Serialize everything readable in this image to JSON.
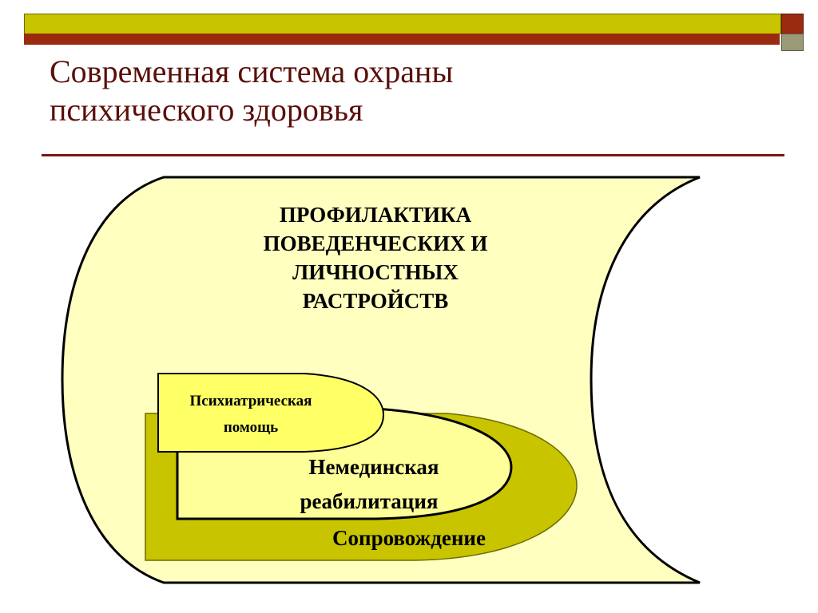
{
  "title_lines": [
    "Современная система охраны",
    "психического здоровья"
  ],
  "diagram": {
    "outer_lines": [
      "ПРОФИЛАКТИКА",
      "ПОВЕДЕНЧЕСКИХ И",
      "ЛИЧНОСТНЫХ",
      "РАСТРОЙСТВ"
    ],
    "psychiatric_lines": [
      "Психиатрическая",
      "помощь"
    ],
    "rehab_lines": [
      "Немединская",
      "реабилитация"
    ],
    "support_label": "Сопровождение"
  },
  "colors": {
    "bar_olive": "#c8c400",
    "bar_maroon": "#9a2a10",
    "corner_gray": "#9a9a78",
    "scroll_fill": "#ffffc0",
    "olive_shape": "#c8c400",
    "light_yellow": "#ffff99",
    "title_text": "#5a0f0a"
  }
}
